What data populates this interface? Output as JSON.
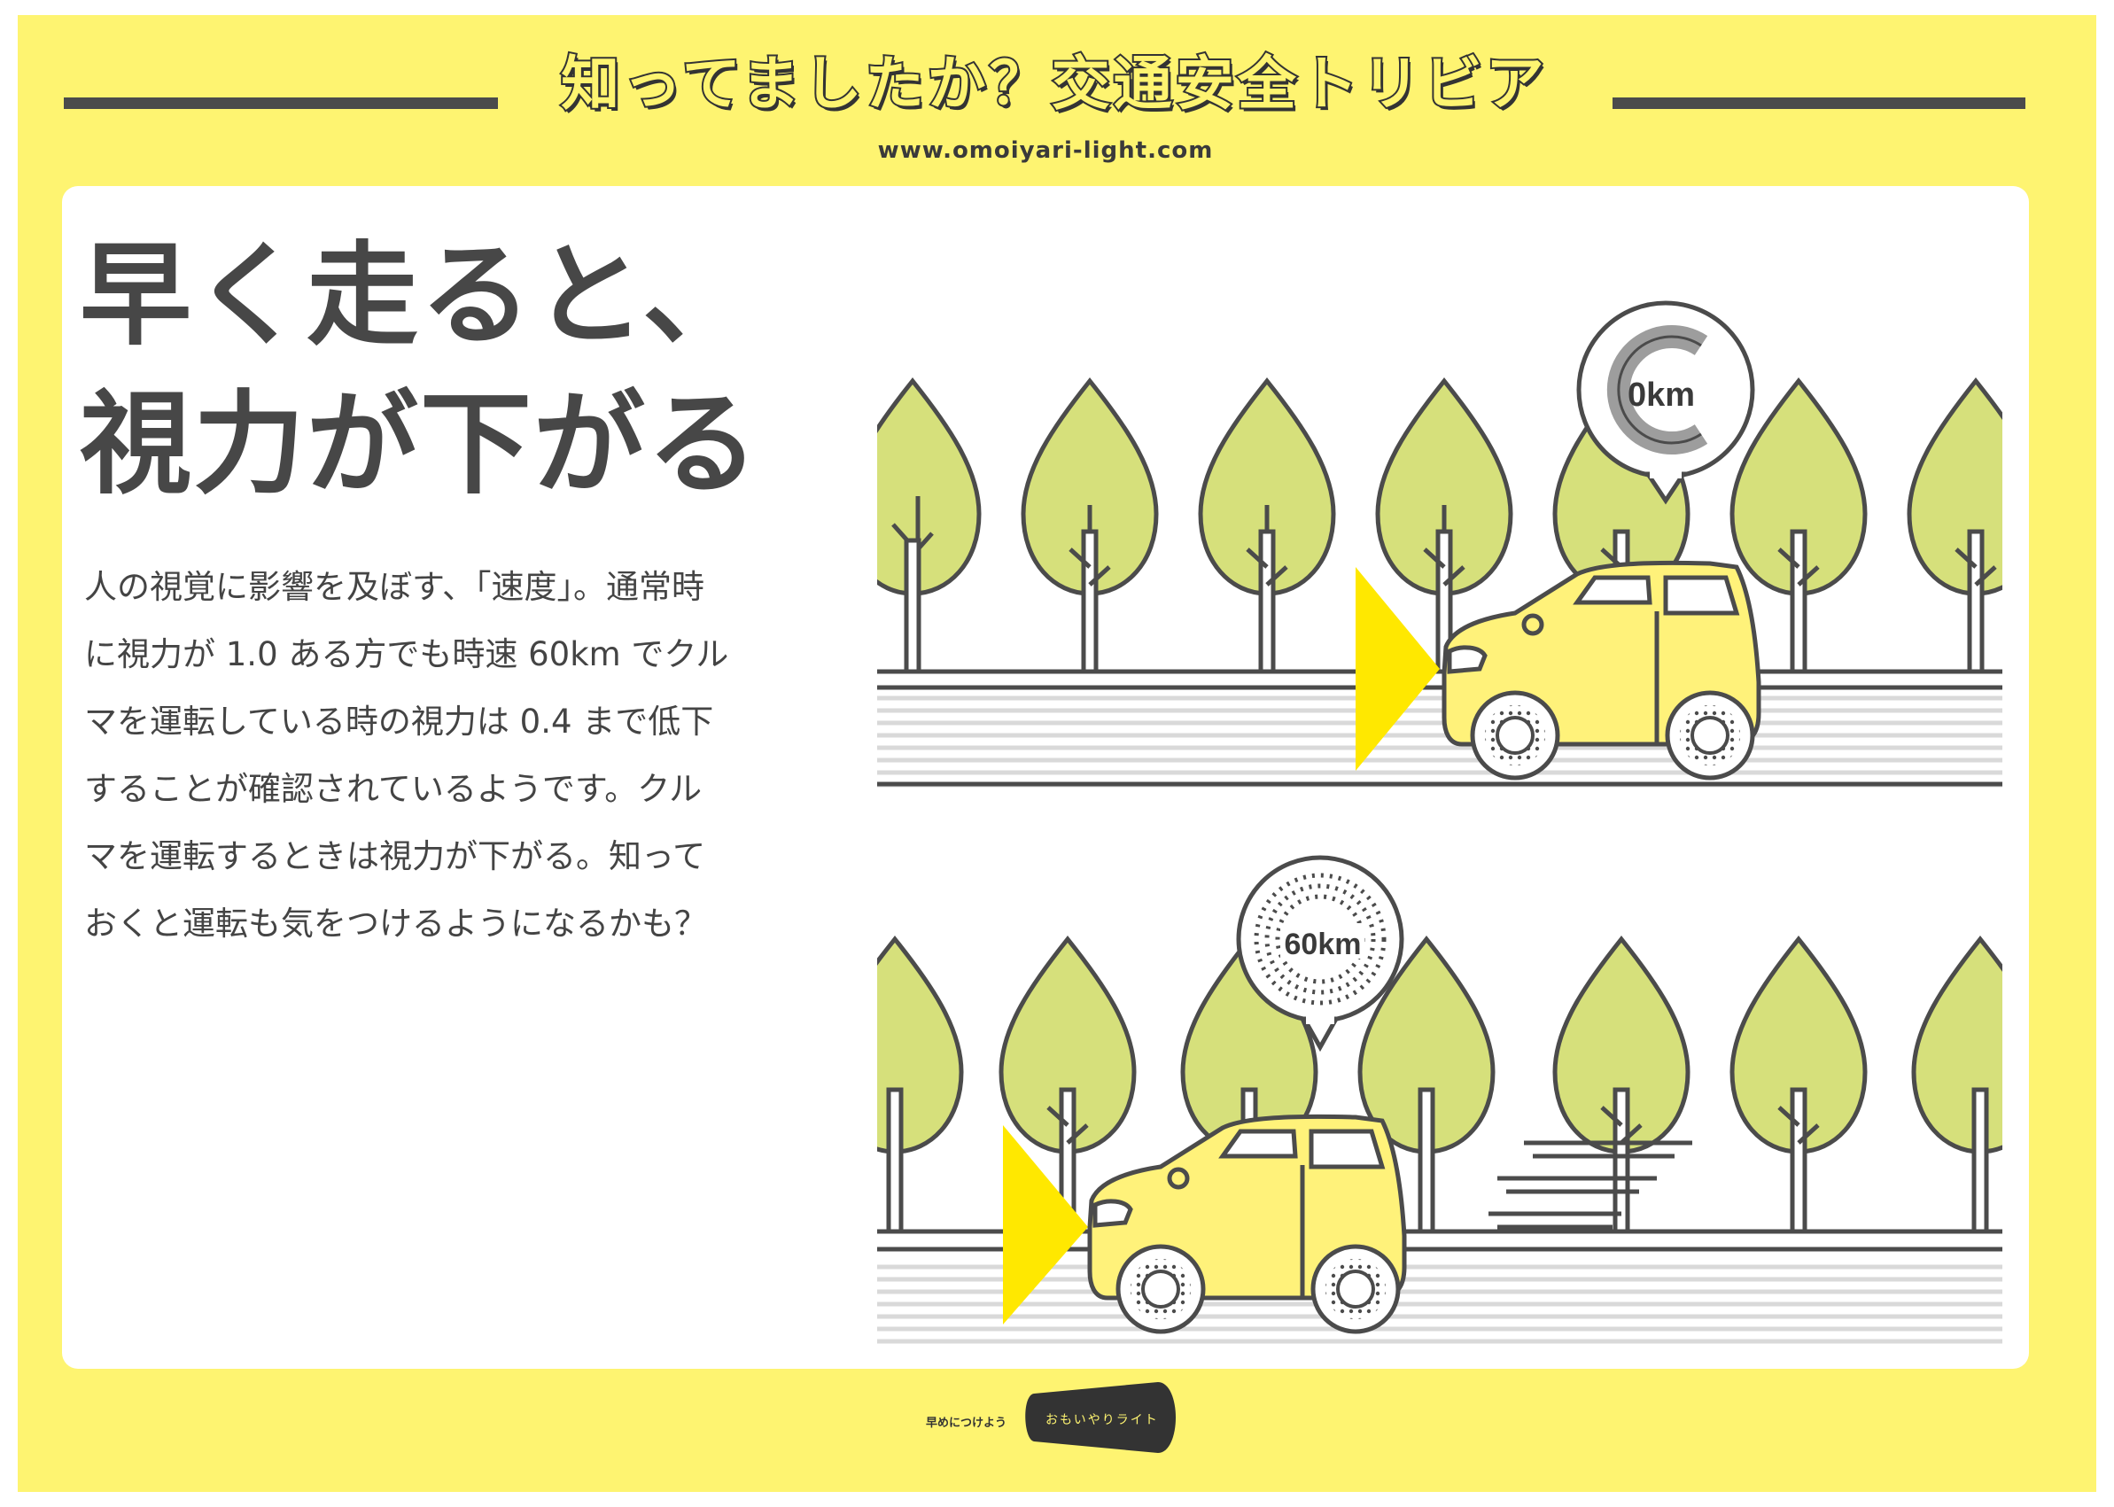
{
  "header": {
    "title": "知ってましたか？交通安全トリビア",
    "url": "www.omoiyari-light.com"
  },
  "headline": [
    "早く走ると、",
    "視力が下がる"
  ],
  "body_lines": [
    "人の視覚に影響を及ぼす、「速度」。通常時",
    "に視力が 1.0 ある方でも時速 60km でクル",
    "マを運転している時の視力は 0.4 まで低下",
    "することが確認されているようです。クル",
    "マを運転するときは視力が下がる。知って",
    "おくと運転も気をつけるようになるかも？"
  ],
  "illustrations": {
    "top_speed": "0km",
    "bottom_speed": "60km"
  },
  "footer": {
    "tagline": "早めにつけよう",
    "logo_text": "おもいやりライト"
  },
  "colors": {
    "background_yellow": "#fef471",
    "tree_green": "#d6e07b",
    "car_yellow": "#fff27a",
    "headlight_yellow": "#ffe800",
    "outline": "#4b4b4b"
  }
}
